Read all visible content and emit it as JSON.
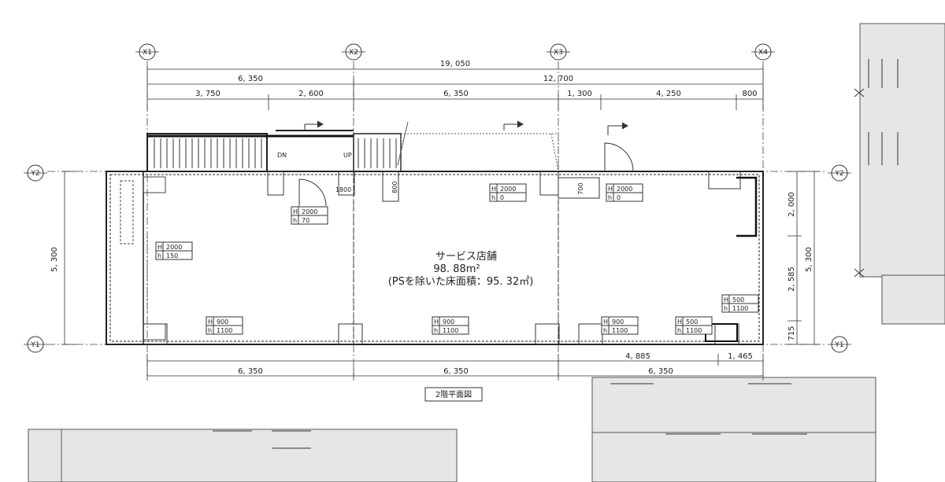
{
  "grid": {
    "x": [
      "X1",
      "X2",
      "X3",
      "X4"
    ],
    "y": [
      "Y1",
      "Y2"
    ]
  },
  "dims_top": {
    "total": "19, 050",
    "span_a": "6, 350",
    "span_b": "12, 700",
    "sub": [
      "3, 750",
      "2, 600",
      "6, 350",
      "1, 300",
      "4, 250",
      "800"
    ]
  },
  "dims_bottom": {
    "row1": [
      "6, 350",
      "6, 350",
      "6, 350"
    ],
    "row2": [
      "4, 885",
      "1, 465"
    ]
  },
  "dims_left": "5, 300",
  "dims_right": {
    "total": "5, 300",
    "sub": [
      "2, 000",
      "2, 585",
      "715"
    ]
  },
  "room": {
    "name": "サービス店舗",
    "area": "98. 88m²",
    "note": "(PSを除いた床面積：95. 32㎡)"
  },
  "drawing_title": "2階平面図",
  "stair": {
    "down": "DN",
    "up": "UP"
  },
  "openings": [
    {
      "h": "2000",
      "sill": "150"
    },
    {
      "h": "2000",
      "sill": "70"
    },
    {
      "h": "2000",
      "sill": "0"
    },
    {
      "h": "2000",
      "sill": "0"
    },
    {
      "h": "900",
      "sill": "1100"
    },
    {
      "h": "900",
      "sill": "1100"
    },
    {
      "h": "900",
      "sill": "1100"
    },
    {
      "h": "500",
      "sill": "1100"
    },
    {
      "h": "500",
      "sill": "1100"
    }
  ],
  "misc": {
    "col800": "800",
    "col700": "700",
    "col1800": "1800"
  }
}
